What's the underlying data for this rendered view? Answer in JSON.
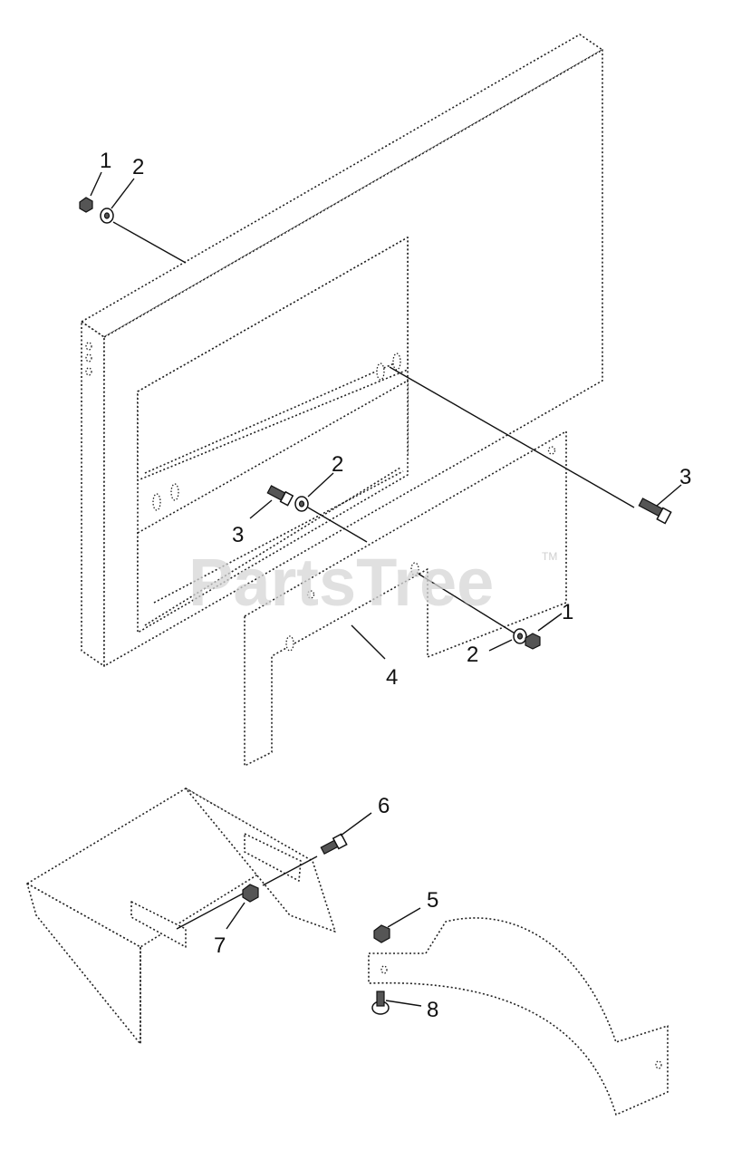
{
  "watermark": {
    "text": "PartsTree",
    "tm": "TM"
  },
  "callouts": {
    "c1a": "1",
    "c2a": "2",
    "c3a": "3",
    "c2b": "2",
    "c3b": "3",
    "c1b": "1",
    "c2c": "2",
    "c4": "4",
    "c6": "6",
    "c7": "7",
    "c5": "5",
    "c8": "8"
  }
}
